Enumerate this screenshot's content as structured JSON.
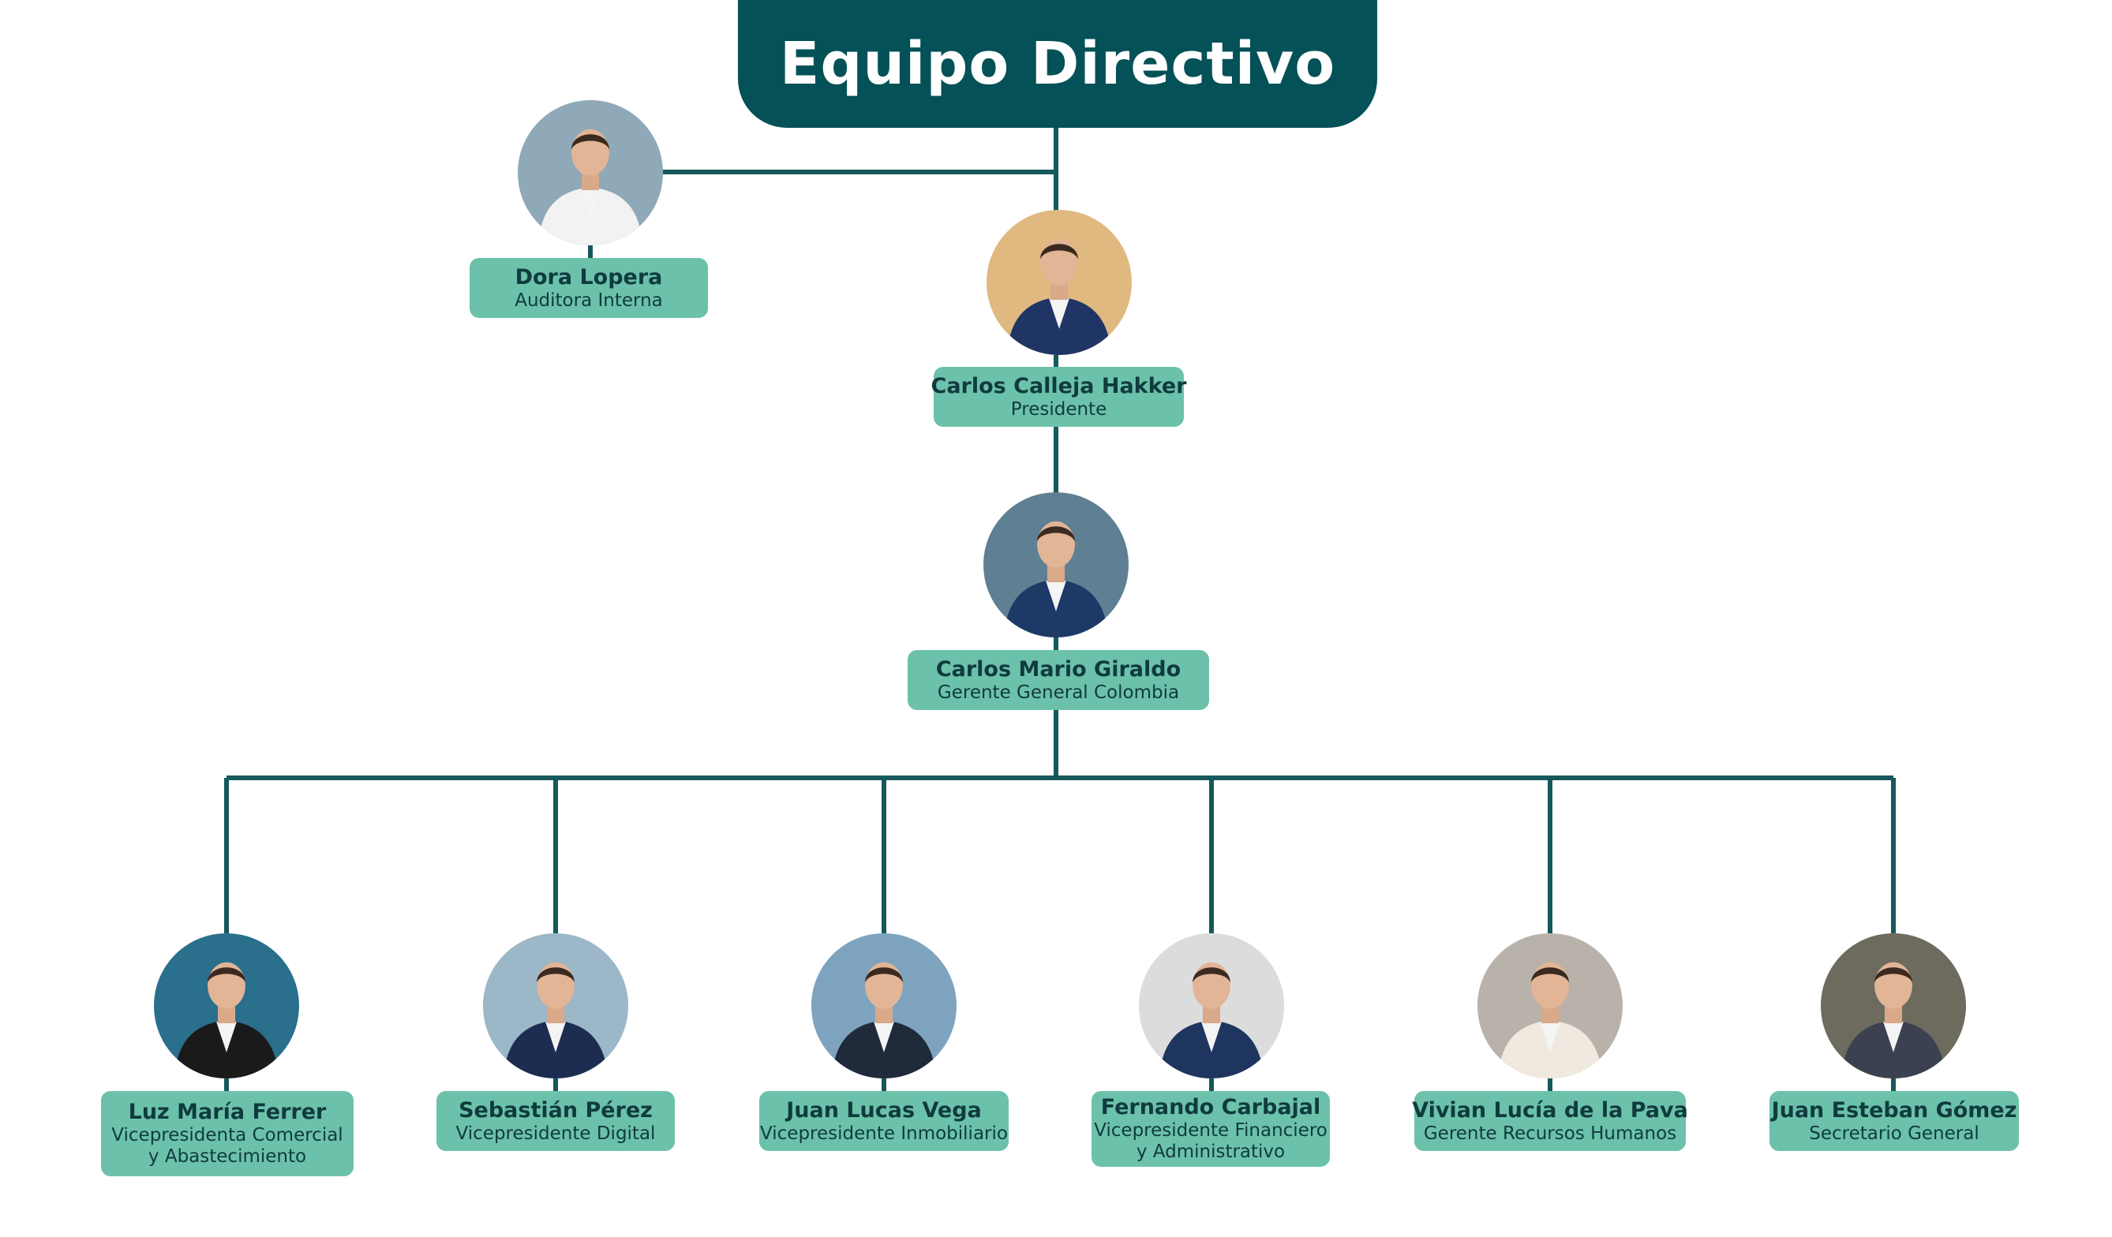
{
  "title": "Equipo Directivo",
  "colors": {
    "primary": "#045157",
    "label_bg": "#6cc1aa",
    "label_text": "#0f3b3e",
    "line": "#16585b"
  },
  "people": {
    "auditor": {
      "name": "Dora Lopera",
      "role": "Auditora Interna",
      "photo_bg": "#8fa9b8",
      "suit": "#f2f2f2"
    },
    "president": {
      "name": "Carlos Calleja Hakker",
      "role": "Presidente",
      "photo_bg": "#e0b980",
      "suit": "#1f3566"
    },
    "country_manager": {
      "name": "Carlos Mario Giraldo",
      "role": "Gerente General Colombia",
      "photo_bg": "#5f7f93",
      "suit": "#1d3a66"
    },
    "vp_commercial": {
      "name": "Luz María Ferrer",
      "role_line1": "Vicepresidenta Comercial",
      "role_line2": "y Abastecimiento",
      "photo_bg": "#2a6f8c",
      "suit": "#1a1a1a"
    },
    "vp_digital": {
      "name": "Sebastián Pérez",
      "role": "Vicepresidente Digital",
      "photo_bg": "#9bb7c8",
      "suit": "#1d2d52"
    },
    "vp_real_estate": {
      "name": "Juan Lucas Vega",
      "role": "Vicepresidente Inmobiliario",
      "photo_bg": "#7ea3bf",
      "suit": "#1f2a3a"
    },
    "vp_finance": {
      "name": "Fernando Carbajal",
      "role_line1": "Vicepresidente Financiero",
      "role_line2": "y Administrativo",
      "photo_bg": "#dcdcdc",
      "suit": "#1e3560"
    },
    "hr_manager": {
      "name": "Vivian Lucía de la Pava",
      "role": "Gerente Recursos Humanos",
      "photo_bg": "#b8b2aa",
      "suit": "#efe9df"
    },
    "general_secretary": {
      "name": "Juan Esteban Gómez",
      "role": "Secretario General",
      "photo_bg": "#6d6a5e",
      "suit": "#3b4150"
    }
  }
}
